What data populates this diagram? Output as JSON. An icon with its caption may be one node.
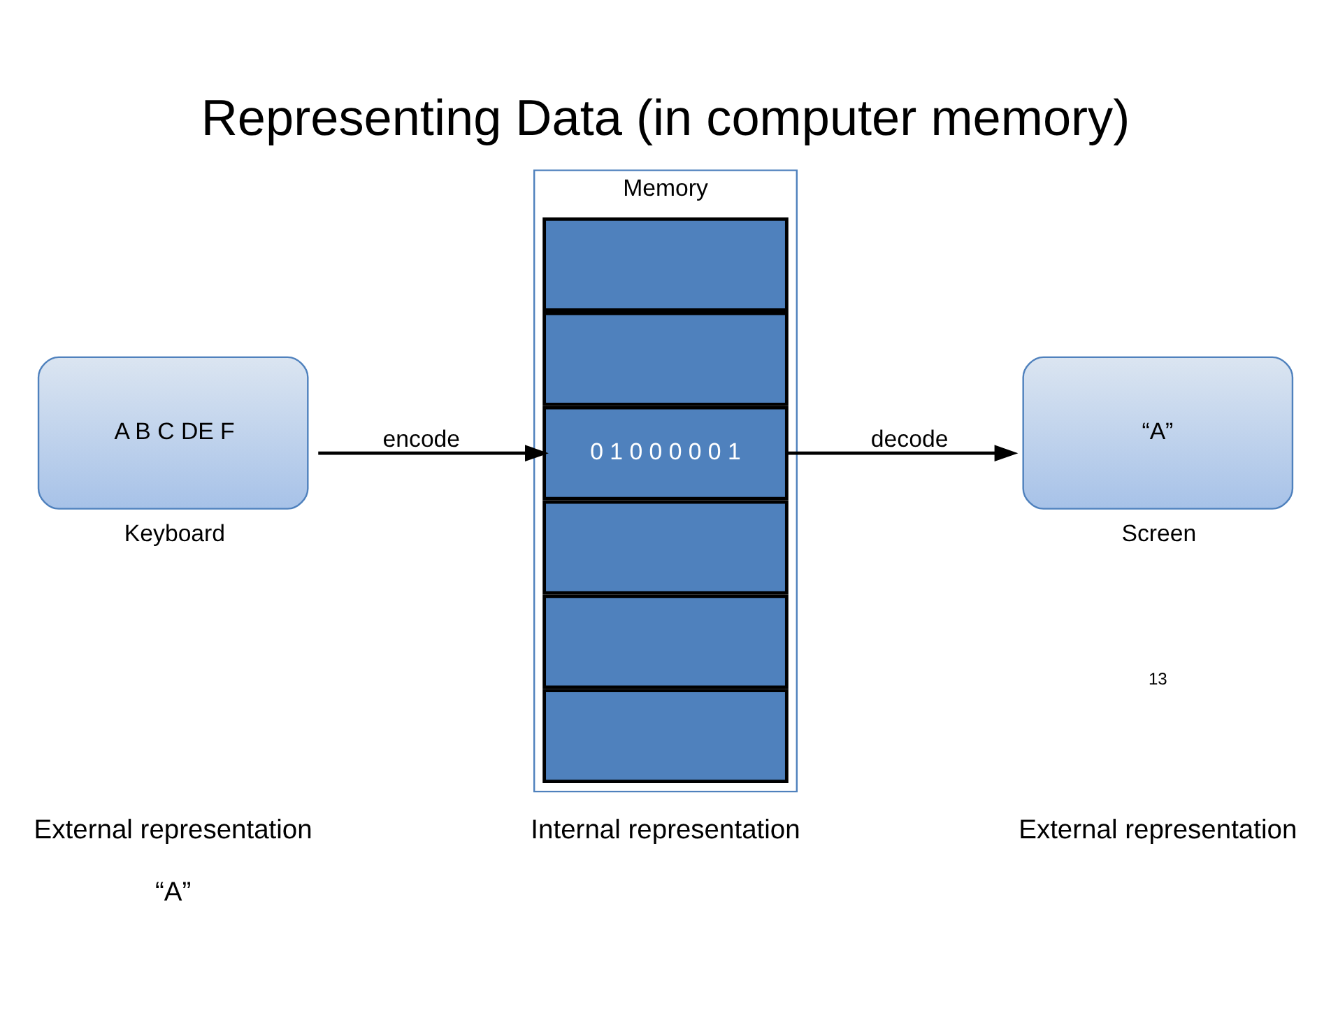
{
  "diagram": {
    "title": "Representing Data (in computer memory)",
    "nodes": [
      {
        "text": [
          "A B C DE F"
        ],
        "beside": [
          "Keyboard"
        ]
      },
      {
        "text": [
          "Memory"
        ]
      },
      {
        "text": [],
        "shape": "box",
        "in": 1
      },
      {
        "text": [],
        "shape": "box",
        "in": 1
      },
      {
        "text": [
          "0 1 0 0 0 0 0 1"
        ],
        "in": 1
      },
      {
        "text": [],
        "shape": "box",
        "in": 1
      },
      {
        "text": [],
        "shape": "box",
        "in": 1
      },
      {
        "text": [],
        "shape": "box",
        "in": 1
      },
      {
        "text": [
          "“A”"
        ],
        "beside": [
          "Screen"
        ]
      }
    ],
    "edges": [
      {
        "from": 0,
        "to": 4,
        "arrow": "to",
        "label": "encode"
      },
      {
        "from": 4,
        "to": 8,
        "arrow": "to",
        "label": "decode"
      }
    ],
    "labels": [
      "“A”",
      "External representation",
      "Internal representation",
      "External representation",
      "13"
    ]
  }
}
